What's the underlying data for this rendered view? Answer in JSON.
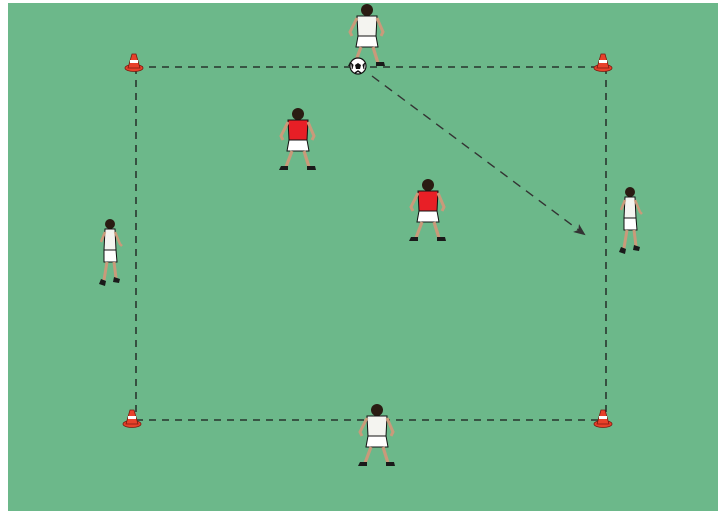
{
  "drill": {
    "field_color": "#6cb88a",
    "line_color": "#1a1a1a",
    "cone_color": "#e8412a",
    "attacker_kit": {
      "shirt": "#f4f4f0",
      "shorts": "#ffffff"
    },
    "defender_kit": {
      "shirt": "#e81f26",
      "shorts": "#ffffff"
    },
    "cones": [
      {
        "id": "cone-top-left"
      },
      {
        "id": "cone-top-right"
      },
      {
        "id": "cone-bottom-left"
      },
      {
        "id": "cone-bottom-right"
      }
    ],
    "players": [
      {
        "id": "attacker-top",
        "team": "attacker",
        "has_ball": true
      },
      {
        "id": "attacker-left",
        "team": "attacker",
        "has_ball": false
      },
      {
        "id": "attacker-right",
        "team": "attacker",
        "has_ball": false
      },
      {
        "id": "attacker-bottom",
        "team": "attacker",
        "has_ball": false
      },
      {
        "id": "defender-1",
        "team": "defender",
        "has_ball": false
      },
      {
        "id": "defender-2",
        "team": "defender",
        "has_ball": false
      }
    ],
    "pass": {
      "from": "attacker-top",
      "to": "attacker-right",
      "line_style": "dashed-arrow"
    }
  }
}
